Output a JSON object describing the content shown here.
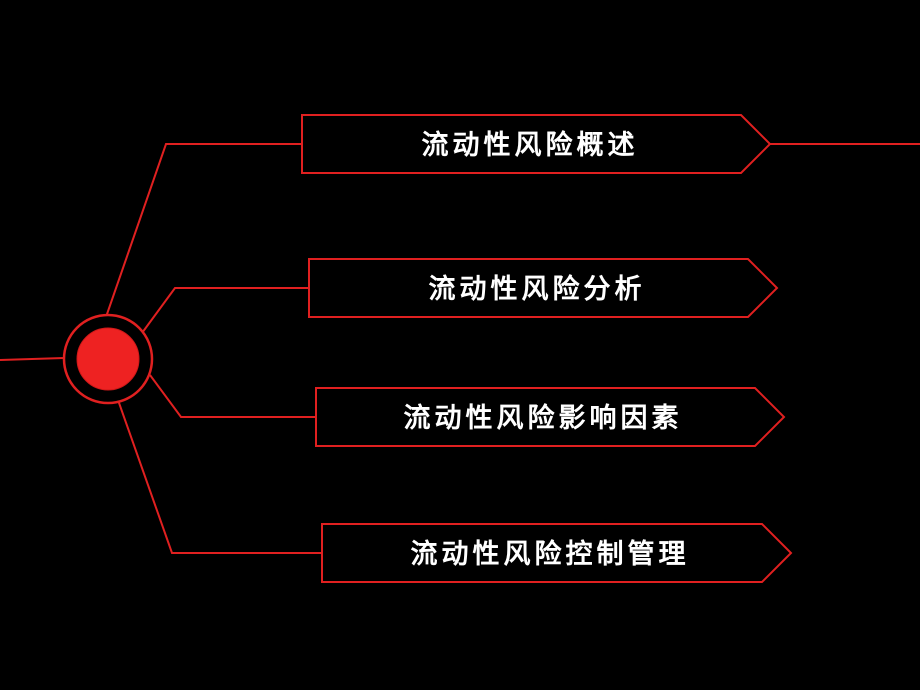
{
  "diagram": {
    "nodes": [
      {
        "id": "overview",
        "label": "流动性风险概述"
      },
      {
        "id": "analysis",
        "label": "流动性风险分析"
      },
      {
        "id": "factors",
        "label": "流动性风险影响因素"
      },
      {
        "id": "control",
        "label": "流动性风险控制管理"
      }
    ],
    "colors": {
      "background": "#000000",
      "line": "#e02020",
      "hub_fill": "#ee2222",
      "hub_ring": "#e02020",
      "text": "#ffffff"
    }
  }
}
